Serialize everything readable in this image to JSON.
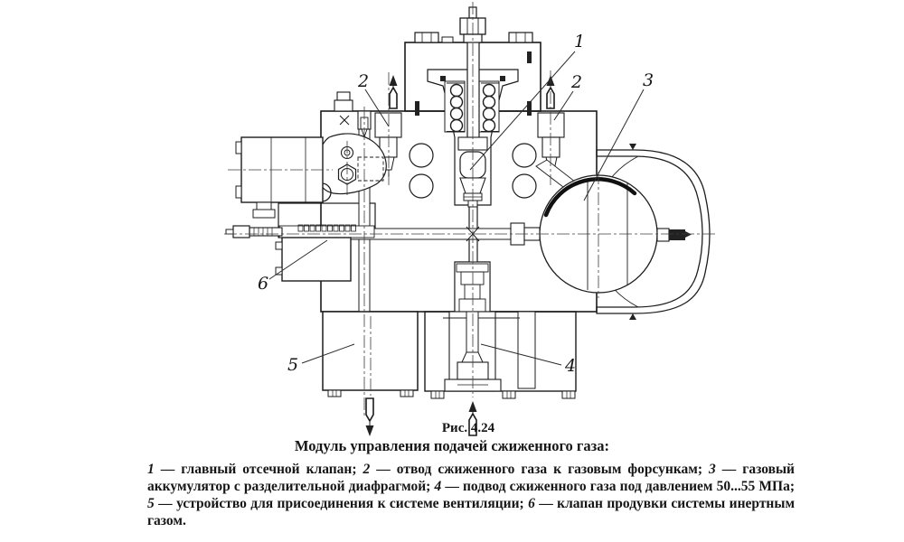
{
  "figure": {
    "number_label": "Рис. 4.24",
    "title": "Модуль управления подачей сжиженного газа:",
    "callouts": [
      {
        "label": "1"
      },
      {
        "label": "2"
      },
      {
        "label": "2"
      },
      {
        "label": "3"
      },
      {
        "label": "4"
      },
      {
        "label": "5"
      },
      {
        "label": "6"
      }
    ],
    "legend": {
      "dash": " — ",
      "items": [
        {
          "num": "1",
          "text": "главный отсечной клапан; "
        },
        {
          "num": "2",
          "text": "отвод сжиженного газа к газовым форсункам; "
        },
        {
          "num": "3",
          "text": "газовый аккумулятор с разделительной диафрагмой; "
        },
        {
          "num": "4",
          "text": "подвод сжиженного газа под давлением 50...55 МПа; "
        },
        {
          "num": "5",
          "text": "устройство для присоединения к системе вентиляции; "
        },
        {
          "num": "6",
          "text": "клапан продувки системы инертным газом."
        }
      ]
    }
  },
  "drawing": {
    "colors": {
      "ink": "#1c1c1c",
      "hatch": "#909090",
      "background": "#ffffff"
    }
  }
}
